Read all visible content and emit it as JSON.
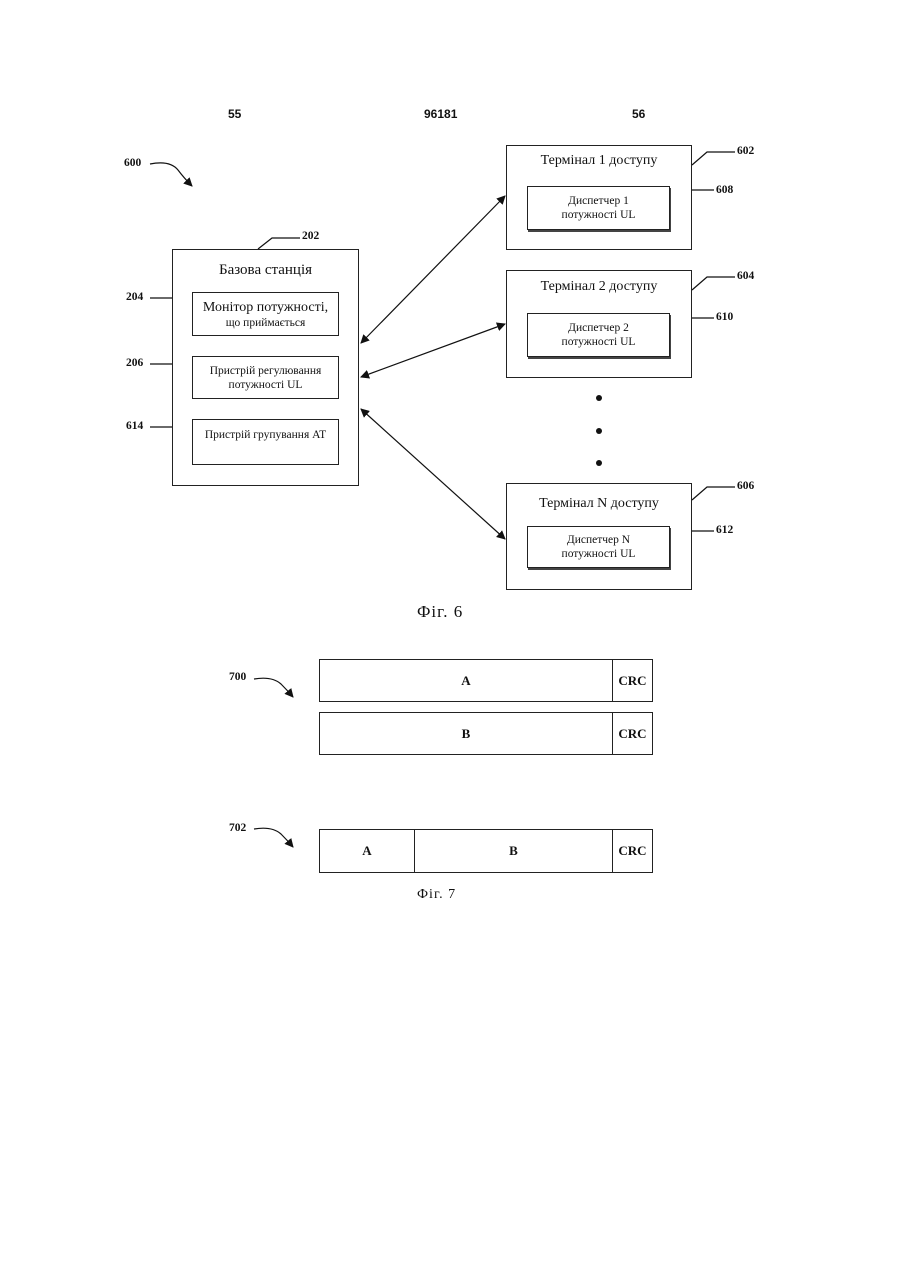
{
  "header": {
    "left": "55",
    "center": "96181",
    "right": "56"
  },
  "fig6": {
    "ref_main": "600",
    "base_station": {
      "ref": "202",
      "title": "Базова станція",
      "monitor": {
        "ref": "204",
        "line1": "Монітор потужності,",
        "line2": "що приймається"
      },
      "regulator": {
        "ref": "206",
        "line1": "Пристрій регулювання",
        "line2": "потужності UL"
      },
      "grouping": {
        "ref": "614",
        "line1": "Пристрій групування AT"
      }
    },
    "terminals": [
      {
        "ref": "602",
        "title": "Термінал 1 доступу",
        "inner_ref": "608",
        "line1": "Диспетчер 1",
        "line2": "потужності UL"
      },
      {
        "ref": "604",
        "title": "Термінал 2 доступу",
        "inner_ref": "610",
        "line1": "Диспетчер 2",
        "line2": "потужності UL"
      },
      {
        "ref": "606",
        "title": "Термінал N доступу",
        "inner_ref": "612",
        "line1": "Диспетчер N",
        "line2": "потужності UL"
      }
    ],
    "caption": "Фіг. 6"
  },
  "fig7": {
    "ref_700": "700",
    "ref_702": "702",
    "packet_a": {
      "a": "A",
      "crc": "CRC"
    },
    "packet_b": {
      "b": "B",
      "crc": "CRC"
    },
    "packet_ab": {
      "a": "A",
      "b": "B",
      "crc": "CRC"
    },
    "caption": "Фіг. 7"
  }
}
